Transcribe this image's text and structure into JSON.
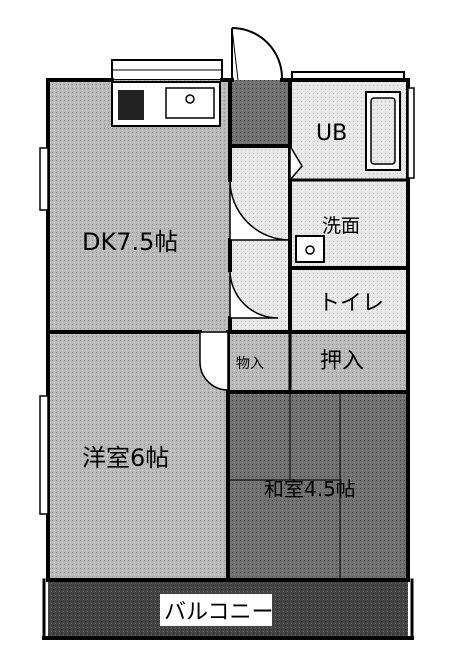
{
  "rooms": {
    "dk": "DK7.5帖",
    "bath": "UB",
    "washroom": "洗面",
    "toilet": "トイレ",
    "closet_small": "物入",
    "closet": "押入",
    "western": "洋室6帖",
    "japanese": "和室4.5帖",
    "balcony": "バルコニー"
  },
  "colors": {
    "wall": "#000000",
    "floor_gray": "#b5b5b5",
    "floor_light": "#e6e6e6",
    "floor_dark": "#6a6a6a",
    "balcony": "#3f3f3f",
    "background": "#ffffff"
  }
}
